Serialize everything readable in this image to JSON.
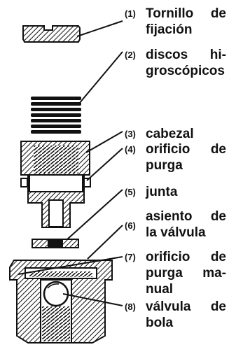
{
  "labels": [
    {
      "num": "(1)",
      "text": "Tornillo de",
      "text2": "fijación"
    },
    {
      "num": "(2)",
      "text": "discos hi-",
      "text2": "groscópicos"
    },
    {
      "num": "(3)",
      "text": "cabezal"
    },
    {
      "num": "(4)",
      "text": "orificio de",
      "text2": "purga"
    },
    {
      "num": "(5)",
      "text": "junta"
    },
    {
      "num": "(6)",
      "text": "asiento de",
      "text2": "la válvula"
    },
    {
      "num": "(7)",
      "text": "orificio de",
      "text2": "purga ma-",
      "text3": "nual"
    },
    {
      "num": "(8)",
      "text": "válvula de",
      "text2": "bola"
    }
  ]
}
